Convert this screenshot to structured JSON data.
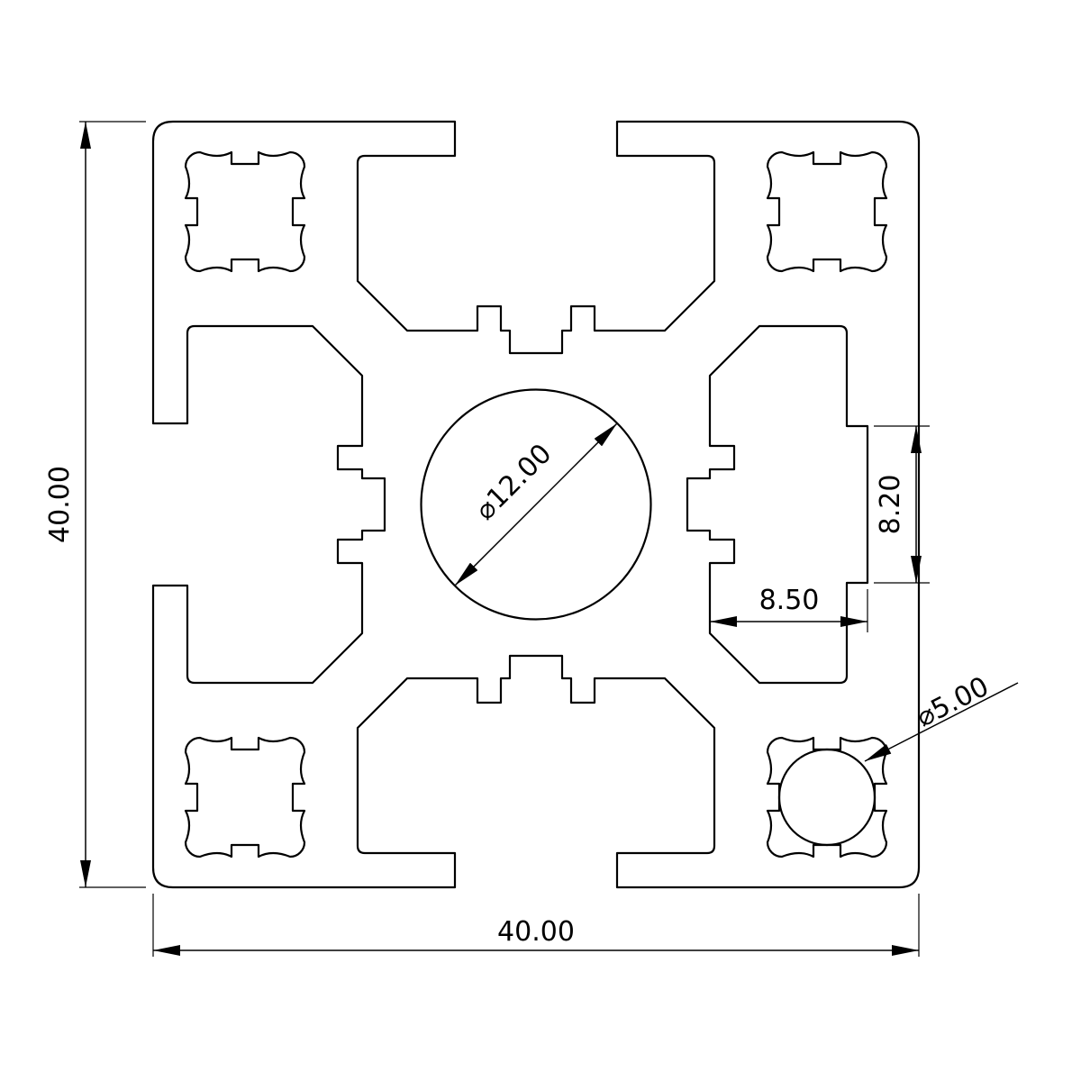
{
  "drawing": {
    "colors": {
      "line": "#000000",
      "background": "#ffffff"
    },
    "dimensions": {
      "overall_height": "40.00",
      "overall_width": "40.00",
      "closed_slot_face": "8.20",
      "closed_slot_depth": "8.50",
      "center_bore_diameter": "⌀12.00",
      "corner_hole_diameter": "⌀5.00"
    }
  }
}
